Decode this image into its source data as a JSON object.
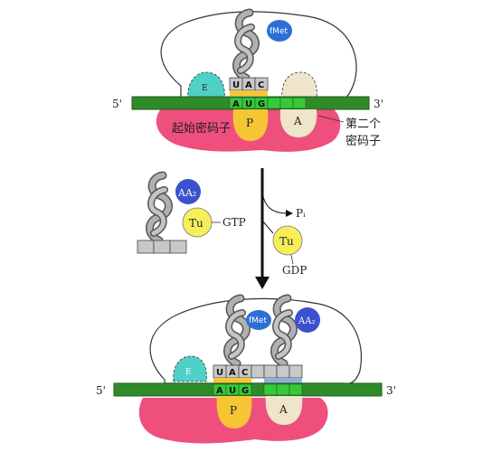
{
  "colors": {
    "mrna": "#2f8a2a",
    "mrna_dark": "#1d5f19",
    "small_subunit": "#ee4f7d",
    "e_site": "#4fd1c8",
    "p_site": "#f6c536",
    "a_site": "#eee5cb",
    "trna": "#a9a9a9",
    "fmet": "#2b6fd6",
    "aa2": "#3b52cc",
    "tu": "#f7ef5a",
    "codon_box": "#c8c8c8",
    "bright_green": "#37c93a"
  },
  "top": {
    "five_prime": "5'",
    "three_prime": "3'",
    "fmet": "fMet",
    "e": "E",
    "p": "P",
    "a": "A",
    "anticodon": [
      "U",
      "A",
      "C"
    ],
    "codon": [
      "A",
      "U",
      "G"
    ],
    "start_codon_label": "起始密码子",
    "second_codon_line1": "第二个",
    "second_codon_line2": "密码子"
  },
  "middle": {
    "aa2": "AA₂",
    "tu": "Tu",
    "gtp": "GTP",
    "pi": "Pᵢ",
    "tu2": "Tu",
    "gdp": "GDP"
  },
  "bottom": {
    "five_prime": "5'",
    "three_prime": "3'",
    "fmet": "fMet",
    "aa2": "AA₂",
    "e": "E",
    "p": "P",
    "a": "A",
    "anticodon": [
      "U",
      "A",
      "C"
    ],
    "codon": [
      "A",
      "U",
      "G"
    ]
  }
}
